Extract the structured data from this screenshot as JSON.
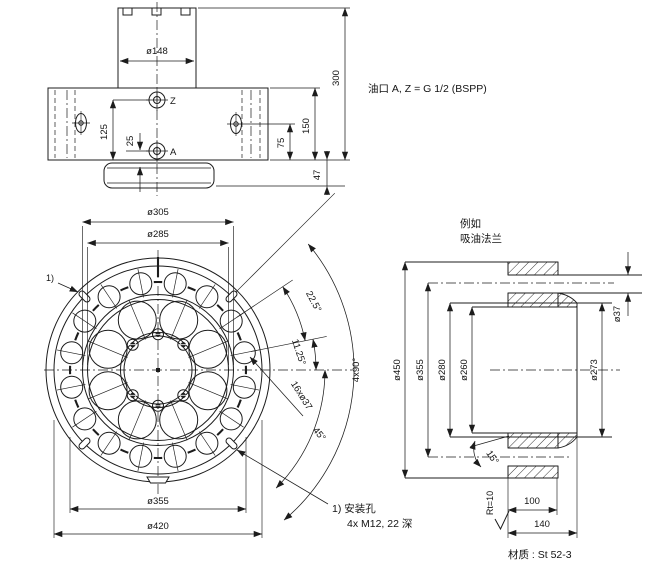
{
  "notes": {
    "oil_port": "油口 A, Z = G 1/2 (BSPP)",
    "example_line1": "例如",
    "example_line2": "吸油法兰",
    "footnote_ref": "1)",
    "footnote_line1": "1) 安装孔",
    "footnote_line2": "4x M12, 22 深",
    "material": "材质 : St 52-3"
  },
  "top_view": {
    "labels": {
      "port_z": "Z",
      "port_a": "A"
    },
    "dims": {
      "d148": "ø148",
      "h300": "300",
      "h150": "150",
      "h75": "75",
      "h47": "47",
      "h125": "125",
      "h25": "25"
    }
  },
  "front_view": {
    "dims": {
      "d305": "ø305",
      "d285": "ø285",
      "d355": "ø355",
      "d420": "ø420",
      "a22_5": "22.5°",
      "a11_25": "11.25°",
      "holes16": "16xø37",
      "a4x90": "4x90°",
      "a45": "45°"
    },
    "ref_marker": "1)"
  },
  "section_view": {
    "dims": {
      "d450": "ø450",
      "d355": "ø355",
      "d280": "ø280",
      "d260": "ø260",
      "d273": "ø273",
      "d37": "ø37",
      "a15": "15°",
      "l100": "100",
      "l140": "140",
      "roughness": "Rt=10"
    }
  },
  "colors": {
    "line": "#1c1c1c",
    "background": "#ffffff"
  }
}
